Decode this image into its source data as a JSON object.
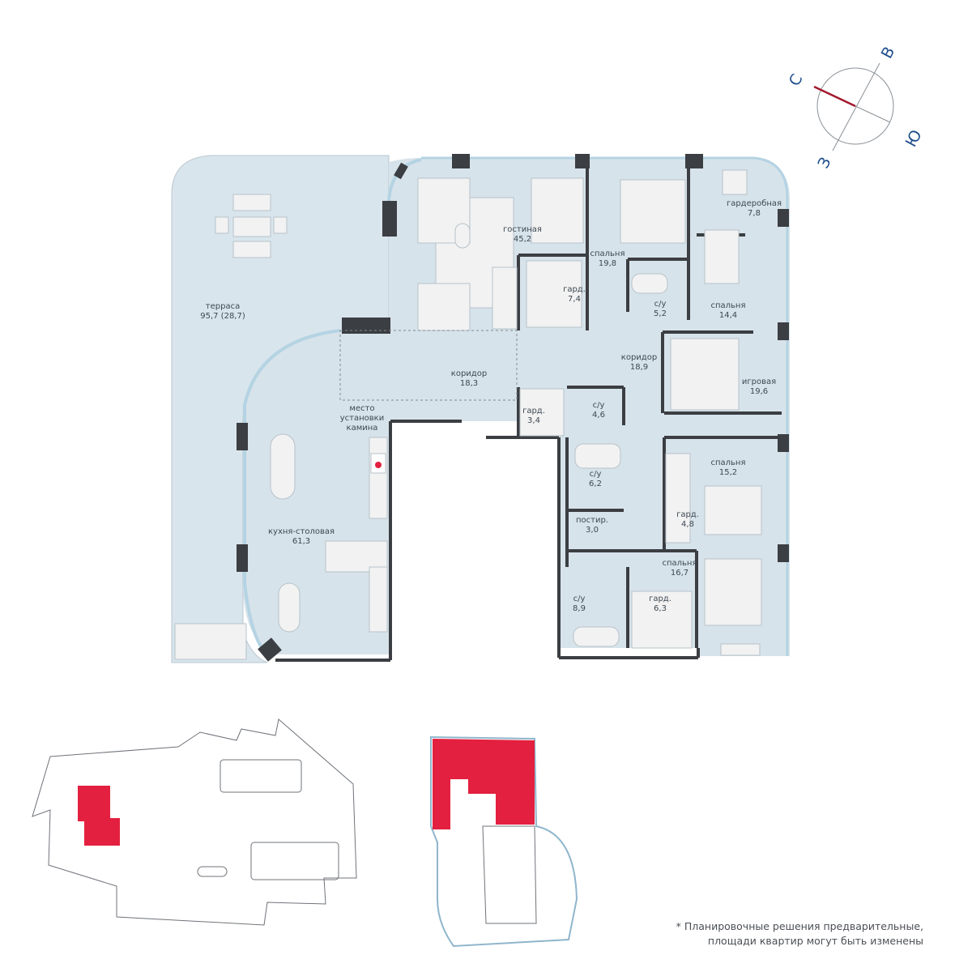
{
  "colors": {
    "floor": "#d7e3ea",
    "terrace": "#d9e5ec",
    "wall": "#3b3e42",
    "furniture": "#f2f2f2",
    "furniture_stroke": "#b7c2c9",
    "compass_text": "#1f4e8c",
    "compass_needle": "#a3182e",
    "highlight": "#e3203f"
  },
  "compass": {
    "north": "С",
    "east": "В",
    "south": "Ю",
    "west": "З"
  },
  "rooms": {
    "terrace": {
      "name": "терраса",
      "area": "95,7 (28,7)"
    },
    "living": {
      "name": "гостиная",
      "area": "45,2"
    },
    "bedroom_1": {
      "name": "спальня",
      "area": "19,8"
    },
    "dressing_1": {
      "name": "гардеробная",
      "area": "7,8"
    },
    "wardrobe_1": {
      "name": "гард.",
      "area": "7,4"
    },
    "bath_1": {
      "name": "с/у",
      "area": "5,2"
    },
    "bedroom_2": {
      "name": "спальня",
      "area": "14,4"
    },
    "corridor_1": {
      "name": "коридор",
      "area": "18,3"
    },
    "corridor_2": {
      "name": "коридор",
      "area": "18,9"
    },
    "playroom": {
      "name": "игровая",
      "area": "19,6"
    },
    "fireplace": {
      "line1": "место",
      "line2": "установки",
      "line3": "камина"
    },
    "wardrobe_2": {
      "name": "гард.",
      "area": "3,4"
    },
    "bath_2": {
      "name": "с/у",
      "area": "4,6"
    },
    "bath_3": {
      "name": "с/у",
      "area": "6,2"
    },
    "laundry": {
      "name": "постир.",
      "area": "3,0"
    },
    "bedroom_3": {
      "name": "спальня",
      "area": "15,2"
    },
    "wardrobe_3": {
      "name": "гард.",
      "area": "4,8"
    },
    "kitchen": {
      "name": "кухня-столовая",
      "area": "61,3"
    },
    "bedroom_4": {
      "name": "спальня",
      "area": "16,7"
    },
    "bath_4": {
      "name": "с/у",
      "area": "8,9"
    },
    "wardrobe_4": {
      "name": "гард.",
      "area": "6,3"
    }
  },
  "note": {
    "line1": "* Планировочные решения предварительные,",
    "line2": "площади квартир могут быть изменены"
  }
}
